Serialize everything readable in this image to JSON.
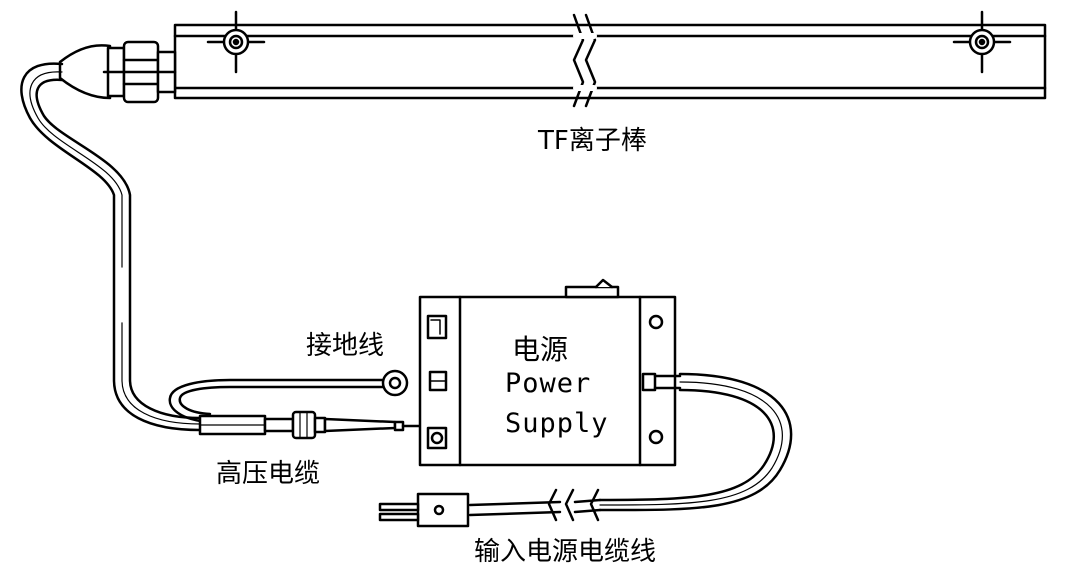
{
  "labels": {
    "ion_bar": "TF离子棒",
    "ground_wire": "接地线",
    "hv_cable": "高压电缆",
    "input_cable": "输入电源电缆线",
    "power_cn": "电源",
    "power_en_1": "Power",
    "power_en_2": "Supply"
  },
  "colors": {
    "line": "#000000",
    "fill": "#ffffff"
  }
}
